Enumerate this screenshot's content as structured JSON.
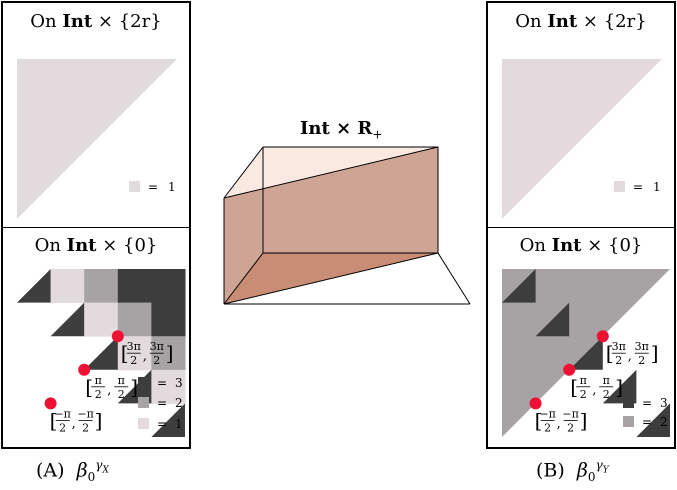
{
  "colors": {
    "level_1": "#e2dadd",
    "level_2": "#a7a3a5",
    "level_3": "#3d3d3d",
    "point": "#ee1133",
    "prism_top": "#f8e3da",
    "prism_slice": "#c99b8a",
    "prism_bottom": "#c88a72"
  },
  "panel_a": {
    "top_title": {
      "prefix": "On ",
      "bold": "Int",
      "suffix": " × {2r}"
    },
    "bottom_title": {
      "prefix": "On ",
      "bold": "Int",
      "suffix": " × {0}"
    },
    "top_legend": [
      {
        "level": "1",
        "eq": "=",
        "value": "1"
      }
    ],
    "bottom_legend": [
      {
        "level": "3",
        "eq": "=",
        "value": "3"
      },
      {
        "level": "2",
        "eq": "=",
        "value": "2"
      },
      {
        "level": "1",
        "eq": "=",
        "value": "1"
      }
    ],
    "points": [
      {
        "label": "[3π/2, 3π/2]",
        "num1": "3π",
        "num2": "3π",
        "den": "2"
      },
      {
        "label": "[π/2, π/2]",
        "num1": "π",
        "num2": "π",
        "den": "2"
      },
      {
        "label": "[−π/2, −π/2]",
        "num1": "−π",
        "num2": "−π",
        "den": "2"
      }
    ],
    "caption": {
      "letter": "(A)",
      "symbol": "β",
      "sub": "0",
      "sup": "γ",
      "supsub": "X"
    }
  },
  "panel_b": {
    "top_title": {
      "prefix": "On ",
      "bold": "Int",
      "suffix": " × {2r}"
    },
    "bottom_title": {
      "prefix": "On ",
      "bold": "Int",
      "suffix": " × {0}"
    },
    "top_legend": [
      {
        "level": "1",
        "eq": "=",
        "value": "1"
      }
    ],
    "bottom_legend": [
      {
        "level": "3",
        "eq": "=",
        "value": "3"
      },
      {
        "level": "2",
        "eq": "=",
        "value": "2"
      }
    ],
    "points": [
      {
        "label": "[3π/2, 3π/2]",
        "num1": "3π",
        "num2": "3π",
        "den": "2"
      },
      {
        "label": "[π/2, π/2]",
        "num1": "π",
        "num2": "π",
        "den": "2"
      },
      {
        "label": "[−π/2, −π/2]",
        "num1": "−π",
        "num2": "−π",
        "den": "2"
      }
    ],
    "caption": {
      "letter": "(B)",
      "symbol": "β",
      "sub": "0",
      "sup": "γ",
      "supsub": "Y"
    }
  },
  "center": {
    "title_bold": "Int × R",
    "title_sub": "+"
  }
}
